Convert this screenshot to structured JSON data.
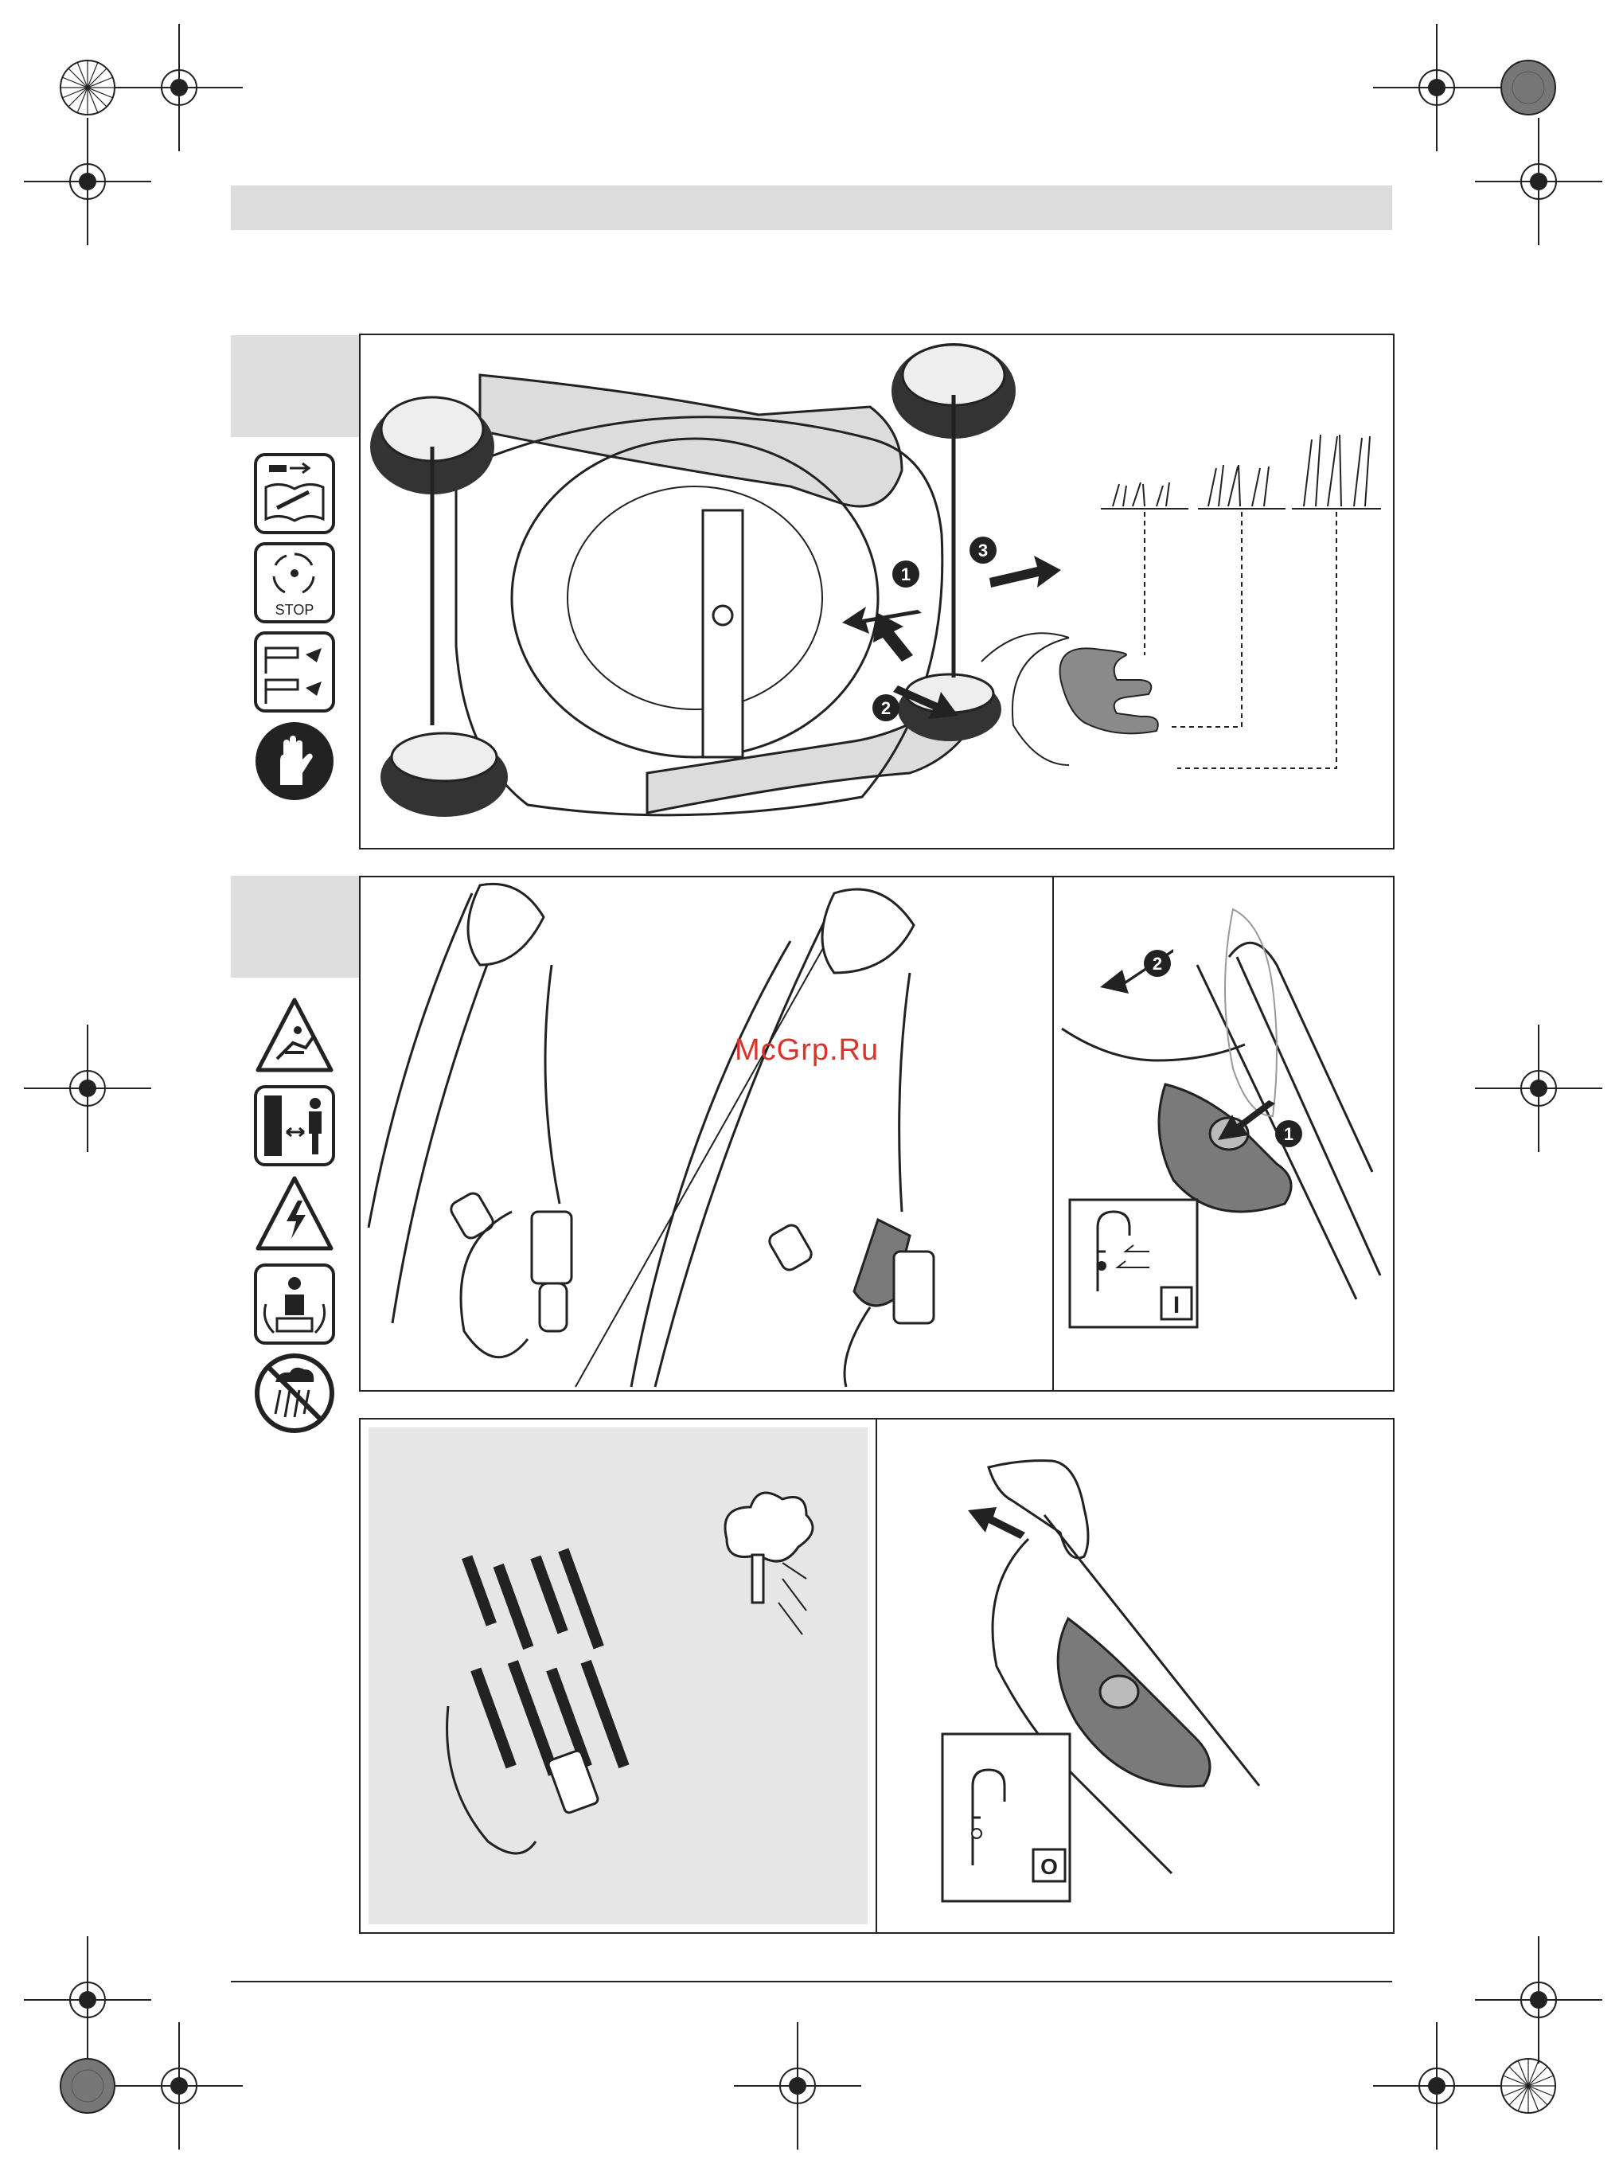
{
  "watermark": {
    "text": "McGrp.Ru",
    "color": "#d9342b"
  },
  "callouts": {
    "wheel_steps": [
      "1",
      "2",
      "3"
    ],
    "switch_steps": [
      "1",
      "2"
    ]
  },
  "switch_states": {
    "on_symbol": "I",
    "off_symbol": "O"
  },
  "safety_icons": {
    "stop_text": "STOP",
    "group_a": [
      "read-manual-icon",
      "blade-rotation-stop-icon",
      "blade-maintenance-icon",
      "wear-gloves-icon"
    ],
    "group_b": [
      "flying-objects-warning-icon",
      "keep-distance-icon",
      "electric-shock-warning-icon",
      "keep-bystanders-away-icon",
      "no-rain-icon"
    ]
  },
  "colors": {
    "ink": "#222222",
    "tab_gray": "#dedede",
    "switch_gray": "#7a7a7a",
    "accent": "#d9342b"
  }
}
